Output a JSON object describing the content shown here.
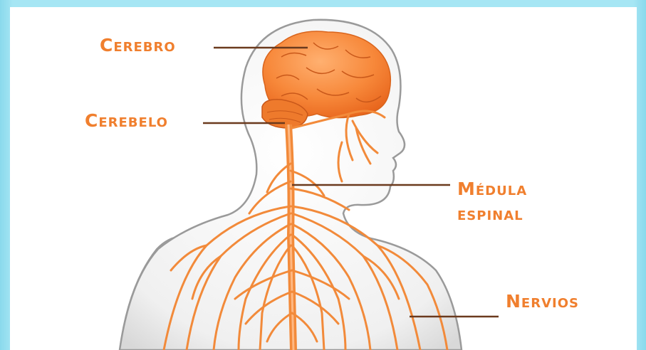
{
  "labels": {
    "cerebro": "Cerebro",
    "cerebelo": "Cerebelo",
    "medula_line1": "Médula",
    "medula_line2": "espinal",
    "nervios": "Nervios"
  },
  "colors": {
    "background": "#a6e6f4",
    "label": "#f07f2e",
    "nerve": "#f28a3a",
    "brain": "#f7883a",
    "skin_outline": "#8a8a8a",
    "leader_line": "#6b3a1e"
  }
}
